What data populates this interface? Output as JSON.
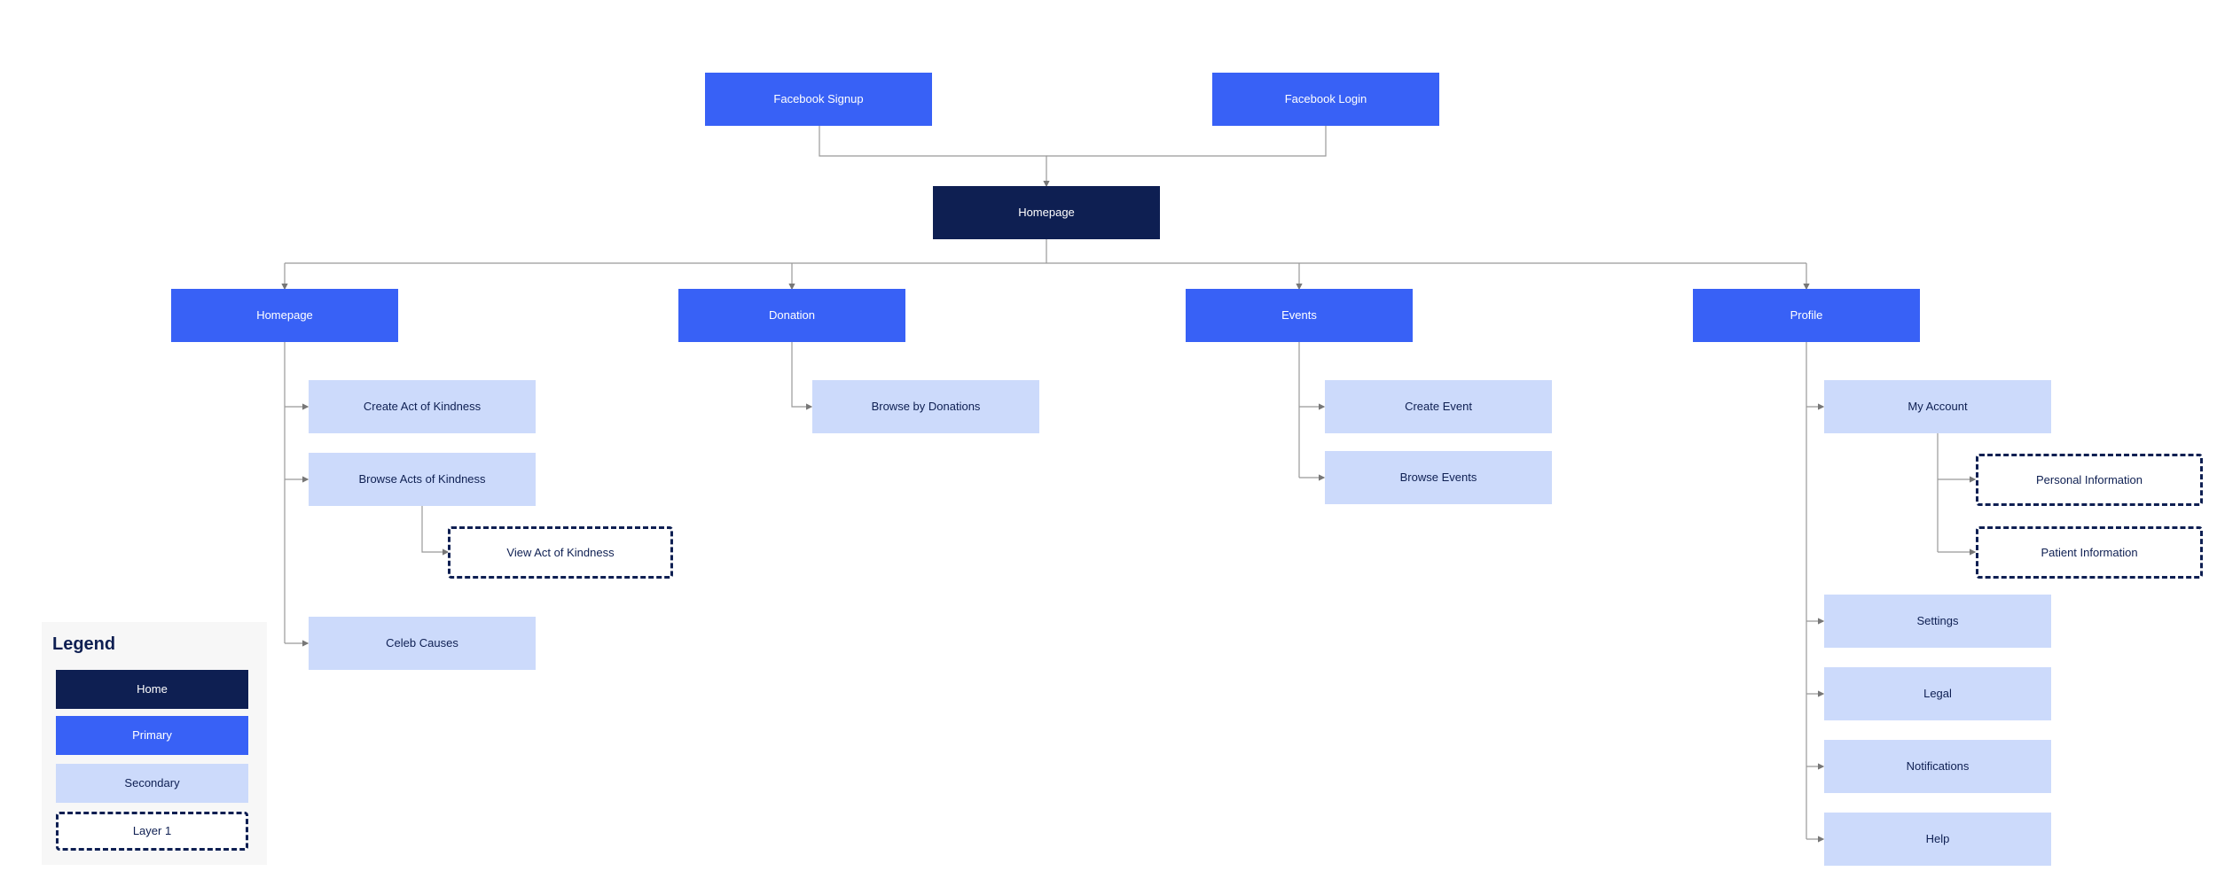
{
  "diagram": {
    "colors": {
      "home": "#0e1f52",
      "primary": "#3861f6",
      "secondary": "#ccdafb",
      "layer1_border": "#0e1f52",
      "connector": "#999999"
    },
    "nodes": {
      "facebook_signup": "Facebook Signup",
      "facebook_login": "Facebook Login",
      "homepage_root": "Homepage",
      "homepage": "Homepage",
      "donation": "Donation",
      "events": "Events",
      "profile": "Profile",
      "create_act": "Create Act of Kindness",
      "browse_acts": "Browse Acts of Kindness",
      "view_act": "View Act of Kindness",
      "celeb_causes": "Celeb Causes",
      "browse_donations": "Browse by Donations",
      "create_event": "Create Event",
      "browse_events": "Browse Events",
      "my_account": "My Account",
      "personal_info": "Personal Information",
      "patient_info": "Patient Information",
      "settings": "Settings",
      "legal": "Legal",
      "notifications": "Notifications",
      "help": "Help"
    }
  },
  "legend": {
    "title": "Legend",
    "home": "Home",
    "primary": "Primary",
    "secondary": "Secondary",
    "layer1": "Layer 1"
  }
}
